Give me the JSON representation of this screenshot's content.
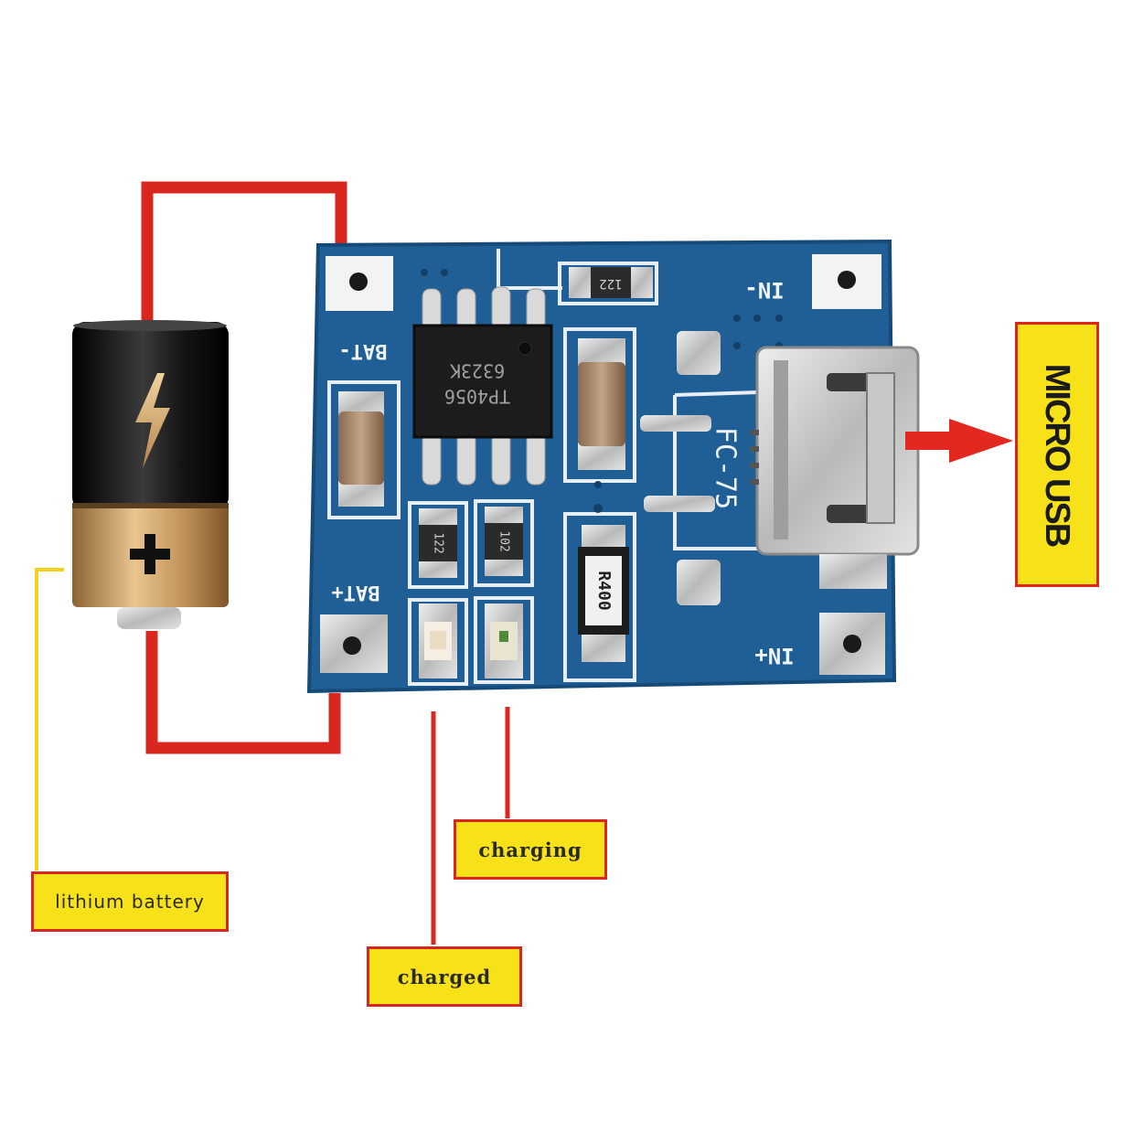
{
  "labels": {
    "battery": "lithium battery",
    "charging": "charging",
    "charged": "charged",
    "usb": "MICRO USB"
  },
  "board": {
    "bat_minus": "BAT-",
    "bat_plus": "BAT+",
    "in_minus": "IN-",
    "in_plus": "IN+",
    "chip_line1": "TP4056",
    "chip_line2": "6323K",
    "usb_part": "FC-75",
    "cap_top": "122",
    "res_left": "122",
    "res_right": "102",
    "res_big": "R400"
  },
  "colors": {
    "wire": "#d9271f",
    "leader": "#f2d21a",
    "pcb": "#1f5f96",
    "callout_fill": "#f7e21a",
    "callout_border": "#d9271f"
  }
}
